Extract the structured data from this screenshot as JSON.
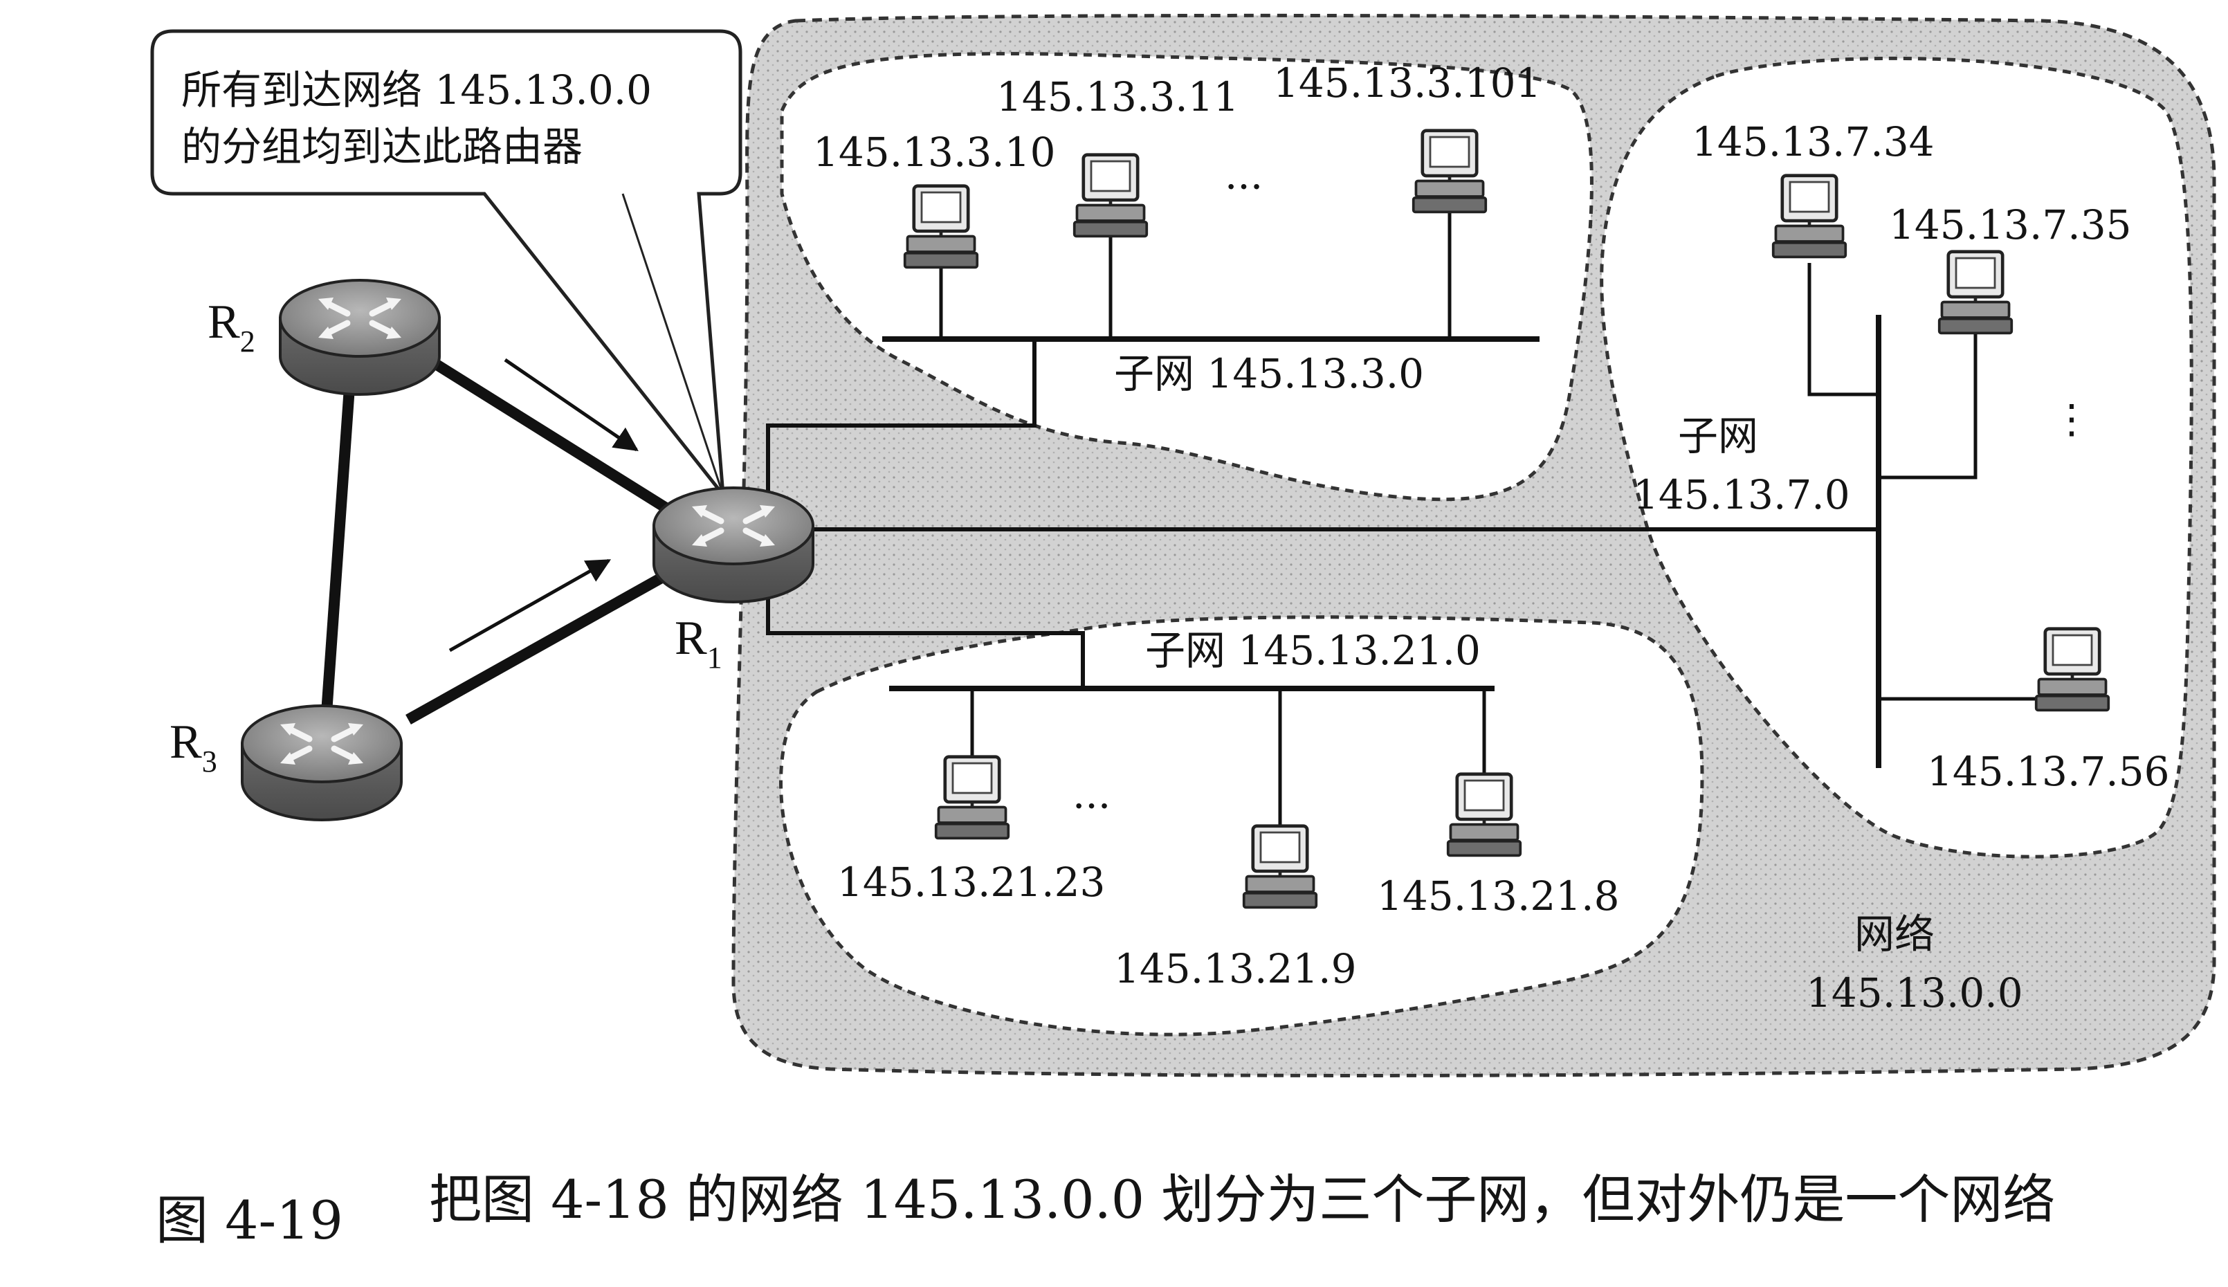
{
  "callout": {
    "line1": "所有到达网络 145.13.0.0",
    "line2": "的分组均到达此路由器"
  },
  "routers": {
    "r1": {
      "letter": "R",
      "sub": "1"
    },
    "r2": {
      "letter": "R",
      "sub": "2"
    },
    "r3": {
      "letter": "R",
      "sub": "3"
    }
  },
  "subnet3": {
    "label": "子网 145.13.3.0",
    "hosts": [
      "145.13.3.10",
      "145.13.3.11",
      "145.13.3.101"
    ],
    "ellipsis": "···"
  },
  "subnet7": {
    "label_line1": "子网",
    "label_line2": "145.13.7.0",
    "hosts": [
      "145.13.7.34",
      "145.13.7.35",
      "145.13.7.56"
    ],
    "ellipsis": "⋮"
  },
  "subnet21": {
    "label": "子网 145.13.21.0",
    "hosts": [
      "145.13.21.23",
      "145.13.21.9",
      "145.13.21.8"
    ],
    "ellipsis": "···"
  },
  "network": {
    "label_line1": "网络",
    "label_line2": "145.13.0.0"
  },
  "caption": {
    "figure_number": "图 4-19",
    "text": "把图 4-18 的网络 145.13.0.0 划分为三个子网，但对外仍是一个网络"
  },
  "colors": {
    "network_fill": "#cfcfcf",
    "subnet_fill": "#ffffff",
    "router_fill": "#8a8a8a",
    "line": "#111111"
  }
}
